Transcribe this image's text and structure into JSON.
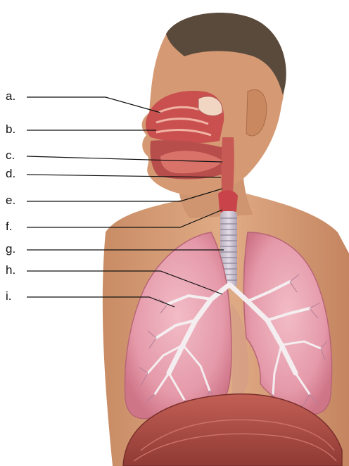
{
  "diagram": {
    "type": "anatomical-illustration",
    "labels": [
      "a.",
      "b.",
      "c.",
      "d.",
      "e.",
      "f.",
      "g.",
      "h.",
      "i."
    ]
  },
  "colors": {
    "skin": "#d9a37e",
    "skin_shadow": "#b97c57",
    "hair": "#5a4a3c",
    "lung": "#e8a3b0",
    "lung_dark": "#c56a7e",
    "bronchi": "#f4eef0",
    "nasal_tissue": "#c9504e",
    "trachea": "#cfc8d3",
    "diaphragm": "#b8514a",
    "leader_line": "#111111"
  }
}
